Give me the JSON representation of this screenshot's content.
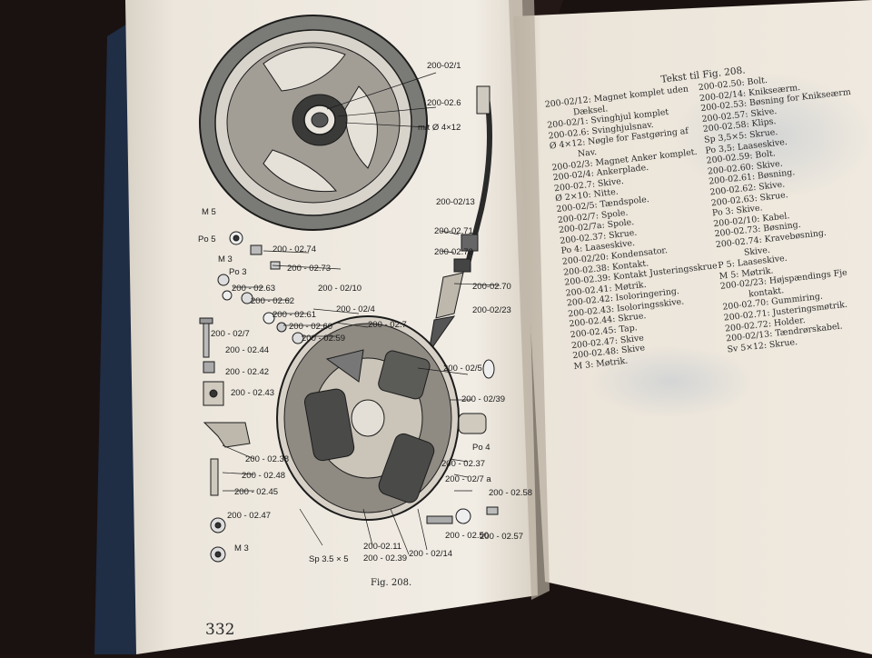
{
  "book": {
    "page_number": "332",
    "figure_caption": "Fig. 208.",
    "legend_title": "Tekst til Fig. 208."
  },
  "diagram_labels": {
    "flywheel": "200-02/1",
    "hub": "200-02.6",
    "nut": "m/t Ø 4×12",
    "cable": "200-02/13",
    "ring": "200-02.71",
    "holder": "200-02.72",
    "gummiring": "200-02.70",
    "cable_shoe": "200-02/23",
    "m5": "M 5",
    "po5": "Po 5",
    "kravebosning": "200 - 02.74",
    "m3_top": "M 3",
    "po3": "Po 3",
    "bolt_73": "200 - 02.73",
    "screw_63": "200 - 02.63",
    "screw_62": "200 - 02.62",
    "skive_61": "200 - 02.61",
    "skive_60": "200 - 02.60",
    "bolt_59": "200 - 02.59",
    "kabel_10": "200 - 02/10",
    "anker_4": "200 - 02/4",
    "ankerplade_7": "200 - 02.7",
    "spole_7": "200 - 02/7",
    "spole_44": "200 - 02.44",
    "skive_42": "200 - 02.42",
    "isolering_43": "200 - 02.43",
    "spole_5": "200 - 02/5",
    "kondensator_39": "200 - 02/39",
    "po4": "Po 4",
    "laaseskive_37": "200 - 02.37",
    "tap_38": "200 - 02.38",
    "skive_48": "200 - 02.48",
    "skrue_45": "200 - 02.45",
    "spole_7a": "200 - 02/7 a",
    "klips_58": "200 - 02.58",
    "skive_47": "200 - 02.47",
    "m3_bottom": "M 3",
    "sp": "Sp 3.5 × 5",
    "kontakt_11": "200-02.11",
    "kontakt_39b": "200 - 02.39",
    "knikseram_14": "200 - 02/14",
    "bolt_50": "200 - 02.50",
    "skrue_57": "200 - 02.57"
  },
  "legend_left": [
    {
      "code": "200-02/12:",
      "text": "Magnet komplet uden"
    },
    {
      "code": "",
      "text": "Dæksel.",
      "sub": true
    },
    {
      "code": "200-02/1:",
      "text": "Svinghjul komplet"
    },
    {
      "code": "200-02.6:",
      "text": "Svinghjulsnav."
    },
    {
      "code": "Ø 4×12:",
      "text": "Nøgle for Fastgøring af"
    },
    {
      "code": "",
      "text": "Nav.",
      "sub": true
    },
    {
      "code": "200-02/3:",
      "text": "Magnet Anker komplet."
    },
    {
      "code": "200-02/4:",
      "text": "Ankerplade."
    },
    {
      "code": "200-02.7:",
      "text": "Skive."
    },
    {
      "code": "Ø 2×10:",
      "text": "Nitte."
    },
    {
      "code": "200-02/5:",
      "text": "Tændspole."
    },
    {
      "code": "200-02/7:",
      "text": "Spole."
    },
    {
      "code": "200-02/7a:",
      "text": "Spole."
    },
    {
      "code": "200-02.37:",
      "text": "Skrue."
    },
    {
      "code": "Po 4:",
      "text": "Laaseskive."
    },
    {
      "code": "200-02/20:",
      "text": "Kondensator."
    },
    {
      "code": "200-02.38:",
      "text": "Kontakt."
    },
    {
      "code": "200-02.39:",
      "text": "Kontakt Justeringsskrue"
    },
    {
      "code": "200-02.41:",
      "text": "Møtrik."
    },
    {
      "code": "200-02.42:",
      "text": "Isoloringering."
    },
    {
      "code": "200-02.43:",
      "text": "Isoloringsskive."
    },
    {
      "code": "200-02.44:",
      "text": "Skrue."
    },
    {
      "code": "200-02.45:",
      "text": "Tap."
    },
    {
      "code": "200-02.47:",
      "text": "Skive"
    },
    {
      "code": "200-02.48:",
      "text": "Skive"
    },
    {
      "code": "M 3:",
      "text": "Møtrik."
    }
  ],
  "legend_right": [
    {
      "code": "200-02.50:",
      "text": "Bolt."
    },
    {
      "code": "200-02/14:",
      "text": "Knikseærm."
    },
    {
      "code": "200-02.53:",
      "text": "Bøsning for Knikseærm"
    },
    {
      "code": "200-02.57:",
      "text": "Skive."
    },
    {
      "code": "200-02.58:",
      "text": "Klips."
    },
    {
      "code": "Sp 3,5×5:",
      "text": "Skrue."
    },
    {
      "code": "Po 3,5:",
      "text": "Laaseskive."
    },
    {
      "code": "200-02.59:",
      "text": "Bolt."
    },
    {
      "code": "200-02.60:",
      "text": "Skive."
    },
    {
      "code": "200-02.61:",
      "text": "Bøsning."
    },
    {
      "code": "200-02.62:",
      "text": "Skive."
    },
    {
      "code": "200-02.63:",
      "text": "Skrue."
    },
    {
      "code": "Po 3:",
      "text": "Skive."
    },
    {
      "code": "200-02/10:",
      "text": "Kabel."
    },
    {
      "code": "200-02.73:",
      "text": "Bøsning."
    },
    {
      "code": "200-02.74:",
      "text": "Kravebøsning."
    },
    {
      "code": "",
      "text": "Skive.",
      "sub": true
    },
    {
      "code": "P 5:",
      "text": "Laaseskive."
    },
    {
      "code": "M 5:",
      "text": "Møtrik."
    },
    {
      "code": "200-02/23:",
      "text": "Højspændings Fje"
    },
    {
      "code": "",
      "text": "kontakt.",
      "sub": true
    },
    {
      "code": "200-02.70:",
      "text": "Gummiring."
    },
    {
      "code": "200-02.71:",
      "text": "Justeringsmøtrik."
    },
    {
      "code": "200-02.72:",
      "text": "Holder."
    },
    {
      "code": "200-02/13:",
      "text": "Tændrørskabel."
    },
    {
      "code": "Sv 5×12:",
      "text": "Skrue."
    }
  ]
}
